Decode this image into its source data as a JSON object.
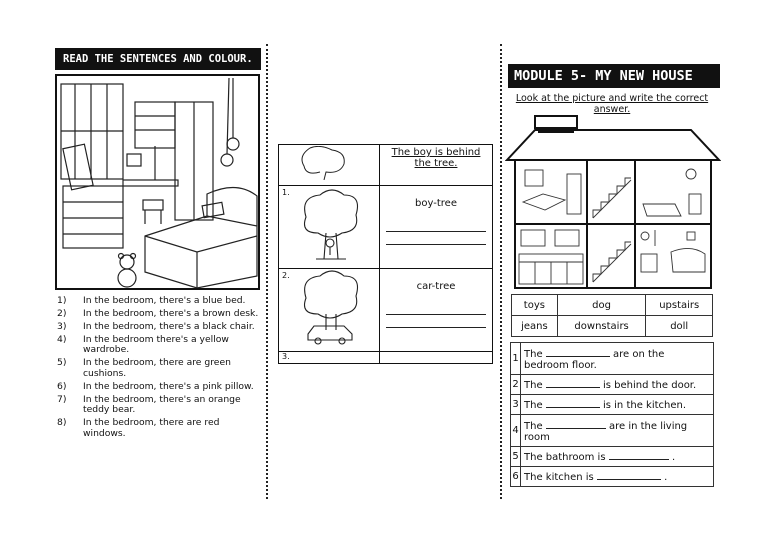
{
  "left": {
    "title": "READ THE SENTENCES AND COLOUR.",
    "sentences": [
      {
        "num": "1)",
        "text": "In the bedroom, there's a blue bed."
      },
      {
        "num": "2)",
        "text": "In the bedroom, there's a brown desk."
      },
      {
        "num": "3)",
        "text": "In the bedroom, there's a black chair."
      },
      {
        "num": "4)",
        "text": "In the bedroom there's a yellow wardrobe."
      },
      {
        "num": "5)",
        "text": "In the bedroom, there are green cushions."
      },
      {
        "num": "6)",
        "text": "In the bedroom, there's a pink pillow."
      },
      {
        "num": "7)",
        "text": "In the bedroom, there's an orange teddy bear."
      },
      {
        "num": "8)",
        "text": "In the bedroom, there are red windows."
      }
    ]
  },
  "middle": {
    "example": "The boy is behind the tree.",
    "items": [
      {
        "num": "1.",
        "prompt": "boy-tree"
      },
      {
        "num": "2.",
        "prompt": "car-tree"
      },
      {
        "num": "3.",
        "prompt": ""
      }
    ]
  },
  "right": {
    "title": "MODULE 5- MY NEW HOUSE",
    "instruction": "Look at the picture and write the correct answer.",
    "word_bank": [
      [
        "toys",
        "dog",
        "upstairs"
      ],
      [
        "jeans",
        "downstairs",
        "doll"
      ]
    ],
    "questions": [
      {
        "num": "1",
        "before": "The",
        "after": "are on the bedroom floor."
      },
      {
        "num": "2",
        "before": "The",
        "after": "is behind the door."
      },
      {
        "num": "3",
        "before": "The",
        "after": "is in the kitchen."
      },
      {
        "num": "4",
        "before": "The",
        "after": "are in the living room"
      },
      {
        "num": "5",
        "before": "The bathroom is",
        "after": "."
      },
      {
        "num": "6",
        "before": "The kitchen is",
        "after": "."
      }
    ]
  }
}
